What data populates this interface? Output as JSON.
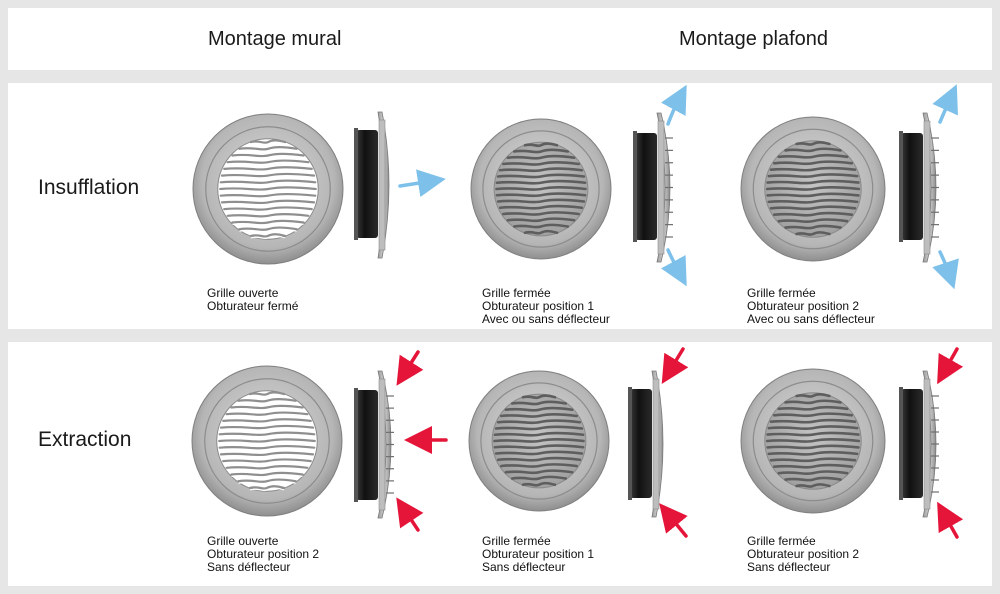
{
  "header": {
    "col_wall": "Montage mural",
    "col_ceiling": "Montage plafond"
  },
  "rows": {
    "insufflation": {
      "title": "Insufflation"
    },
    "extraction": {
      "title": "Extraction"
    }
  },
  "captions": {
    "insufflation": [
      [
        "Grille ouverte",
        "Obturateur fermé"
      ],
      [
        "Grille fermée",
        "Obturateur position 1",
        "Avec ou sans déflecteur"
      ],
      [
        "Grille fermée",
        "Obturateur position 2",
        "Avec ou sans déflecteur"
      ]
    ],
    "extraction": [
      [
        "Grille ouverte",
        "Obturateur position 2",
        "Sans déflecteur"
      ],
      [
        "Grille fermée",
        "Obturateur position 1",
        "Sans déflecteur"
      ],
      [
        "Grille fermée",
        "Obturateur position 2",
        "Sans déflecteur"
      ]
    ]
  },
  "colors": {
    "background": "#e6e6e6",
    "panel": "#ffffff",
    "insufflation_arrow": "#7dc0ea",
    "extraction_arrow": "#e5153a",
    "grille_body": "#a9a9a9",
    "duct": "#1c1c1c"
  },
  "icons": {
    "grille_front": "round-air-grille-front-view",
    "grille_side": "round-air-grille-side-view",
    "airflow_out": "blue-airflow-arrow",
    "airflow_in": "red-airflow-arrow"
  }
}
